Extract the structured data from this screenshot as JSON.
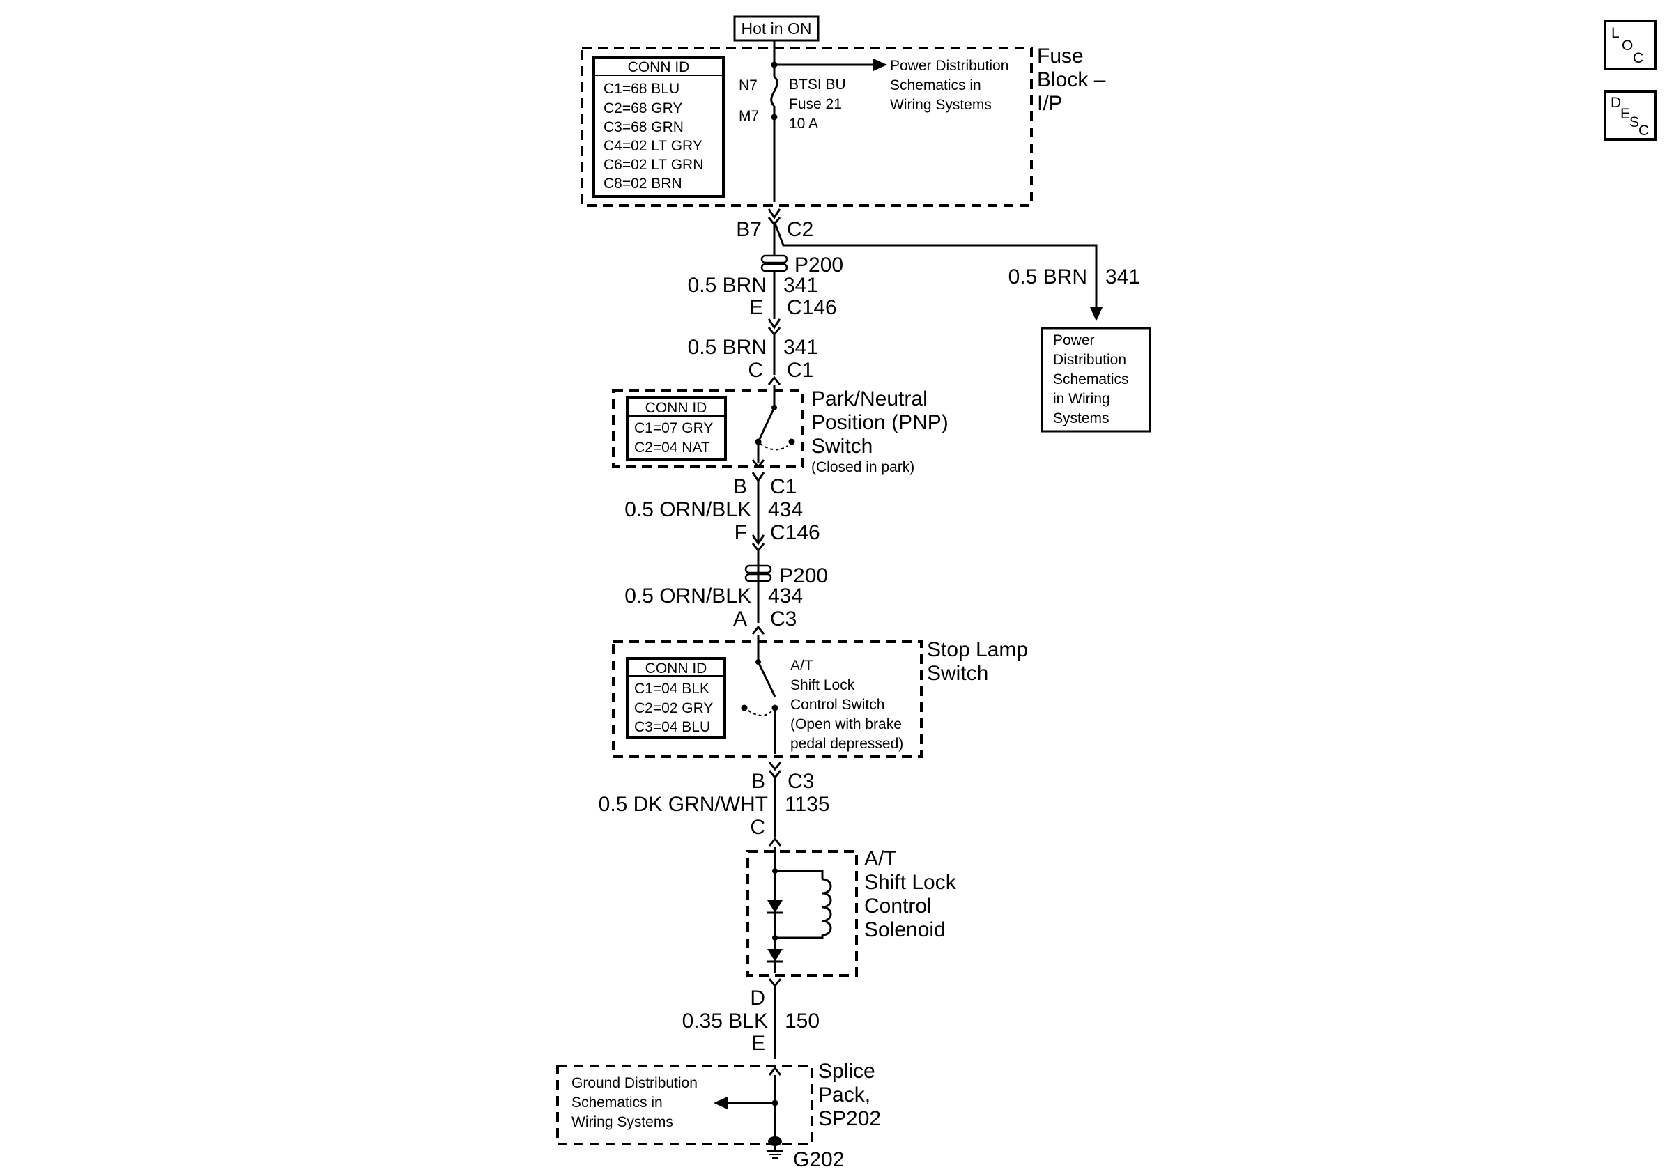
{
  "hot_label": "Hot in ON",
  "fuse_block": {
    "title": [
      "Fuse",
      "Block –",
      "I/P"
    ],
    "conn_header": "CONN ID",
    "conn_ids": [
      "C1=68 BLU",
      "C2=68 GRY",
      "C3=68 GRN",
      "C4=02 LT GRY",
      "C6=02 LT GRN",
      "C8=02 BRN"
    ],
    "pin_top": "N7",
    "pin_bottom": "M7",
    "fuse_text": [
      "BTSI BU",
      "Fuse 21",
      "10 A"
    ],
    "pd_ref": [
      "Power Distribution",
      "Schematics in",
      "Wiring Systems"
    ]
  },
  "connectors": {
    "b7": "B7",
    "c2": "C2",
    "p200_a": "P200",
    "e": "E",
    "c146_a": "C146",
    "c_top": "C",
    "c1_top": "C1",
    "b_mid": "B",
    "c1_mid": "C1",
    "f": "F",
    "c146_b": "C146",
    "p200_b": "P200",
    "a": "A",
    "c3_top": "C3",
    "b_low": "B",
    "c3_low": "C3",
    "c_low": "C",
    "d": "D",
    "e_low": "E",
    "g202": "G202"
  },
  "wires": [
    {
      "label": "0.5 BRN",
      "circuit": "341"
    },
    {
      "label": "0.5 BRN",
      "circuit": "341"
    },
    {
      "label": "0.5 ORN/BLK",
      "circuit": "434"
    },
    {
      "label": "0.5 ORN/BLK",
      "circuit": "434"
    },
    {
      "label": "0.5 DK GRN/WHT",
      "circuit": "1135"
    },
    {
      "label": "0.35 BLK",
      "circuit": "150"
    }
  ],
  "branch": {
    "wire_label": "0.5 BRN",
    "circuit": "341",
    "ref": [
      "Power",
      "Distribution",
      "Schematics",
      "in Wiring",
      "Systems"
    ]
  },
  "pnp_switch": {
    "title": [
      "Park/Neutral",
      "Position (PNP)",
      "Switch"
    ],
    "note": "(Closed in park)",
    "conn_header": "CONN ID",
    "conn_ids": [
      "C1=07 GRY",
      "C2=04 NAT"
    ]
  },
  "stop_lamp": {
    "title": [
      "Stop Lamp",
      "Switch"
    ],
    "switch_text": [
      "A/T",
      "Shift Lock",
      "Control Switch",
      "(Open with brake",
      "pedal depressed)"
    ],
    "conn_header": "CONN ID",
    "conn_ids": [
      "C1=04 BLK",
      "C2=02 GRY",
      "C3=04 BLU"
    ]
  },
  "solenoid": {
    "title": [
      "A/T",
      "Shift Lock",
      "Control",
      "Solenoid"
    ]
  },
  "splice": {
    "title": [
      "Splice",
      "Pack,",
      "SP202"
    ],
    "ground_ref": [
      "Ground Distribution",
      "Schematics in",
      "Wiring Systems"
    ]
  },
  "side_buttons": {
    "loc": [
      "L",
      "O",
      "C"
    ],
    "desc": [
      "D",
      "E",
      "S",
      "C"
    ]
  }
}
